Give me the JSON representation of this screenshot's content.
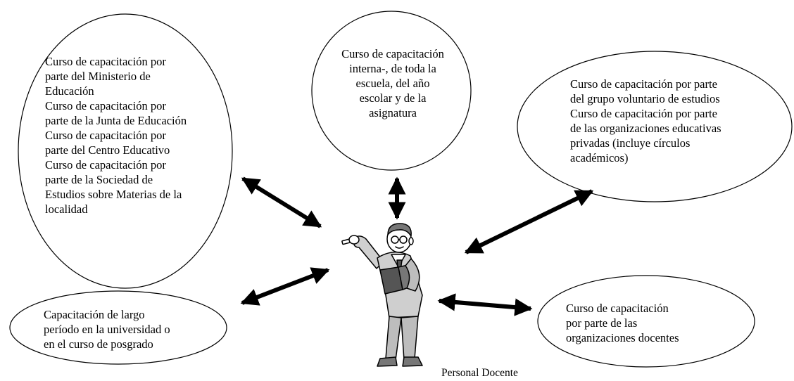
{
  "nodes": {
    "ministry": {
      "lines": [
        "Curso de capacitación por",
        "parte del Ministerio de",
        "Educación",
        "Curso de capacitación por",
        "parte de la Junta de Educación",
        "Curso de capacitación por",
        "parte del Centro Educativo",
        "Curso de capacitación por",
        "parte de la Sociedad de",
        "Estudios sobre Materias de la",
        "localidad"
      ]
    },
    "internal": {
      "lines": [
        "Curso de capacitación",
        "interna-, de toda la",
        "escuela, del año",
        "escolar y de la",
        "asignatura"
      ]
    },
    "voluntary": {
      "lines": [
        "Curso de capacitación por parte",
        "del grupo voluntario de estudios",
        "Curso de capacitación por parte",
        "de las organizaciones educativas",
        "privadas (incluye círculos",
        "académicos)"
      ]
    },
    "university": {
      "lines": [
        "Capacitación de largo",
        "período en la universidad o",
        "en el curso de posgrado"
      ]
    },
    "teacher_orgs": {
      "lines": [
        "Curso de capacitación",
        "por parte de las",
        "organizaciones docentes"
      ]
    }
  },
  "center": {
    "label": "Personal Docente",
    "icon": "teacher-figure-icon"
  },
  "colors": {
    "stroke": "#000000",
    "figure_fill": "#d4d4d4",
    "figure_dark": "#8a8a8a"
  }
}
